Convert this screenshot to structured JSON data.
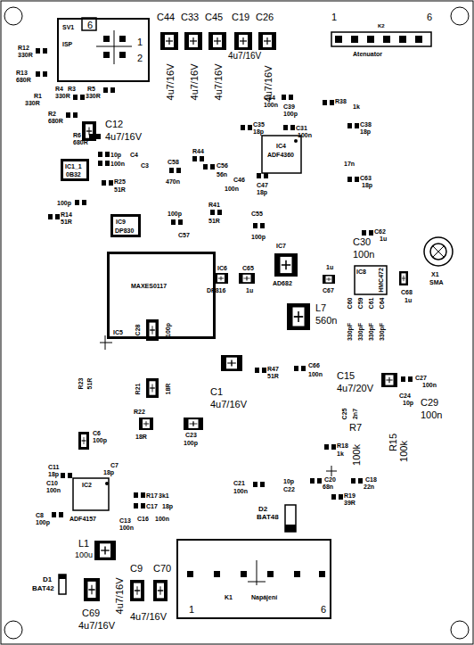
{
  "diagram": {
    "nodes": [
      {
        "text": [
          "SV1",
          "ISP",
          "6",
          "1",
          "2"
        ]
      },
      {
        "text": [
          "IC1_1",
          "0B32"
        ]
      },
      {
        "text": [
          "IC9",
          "DP830"
        ]
      },
      {
        "text": [
          "MAXES0117",
          "IC5"
        ]
      },
      {
        "text": [
          "K1",
          "Napájení",
          "1",
          "6"
        ]
      }
    ],
    "labels": [
      "C44",
      "C33",
      "C45",
      "C19",
      "C26",
      "4u7/16V",
      "4u7/16V",
      "4u7/16V",
      "4u7/16V",
      "4u7/16V",
      "1",
      "6",
      "K2",
      "Atenuator",
      "R12",
      "330R",
      "R13",
      "680R",
      "R4",
      "R3",
      "R5",
      "330R",
      "R1",
      "330R",
      "330R",
      "R2",
      "680R",
      "R6",
      "680R",
      "C12",
      "4u7/16V",
      "10p",
      "C4",
      "100n",
      "C3",
      "R25",
      "51R",
      "100p",
      "R14",
      "51R",
      "C58",
      "470n",
      "R44",
      "C56",
      "56n",
      "C46",
      "100n",
      "C47",
      "18p",
      "R41",
      "51R",
      "100p",
      "C57",
      "C55",
      "100p",
      "IC6",
      "DP816",
      "C65",
      "1u",
      "IC7",
      "AD682",
      "C30",
      "100n",
      "1u",
      "C67",
      "IC8",
      "HMC472",
      "C68",
      "1u",
      "X1",
      "SMA",
      "C34",
      "100n",
      "C39",
      "100p",
      "C35",
      "18p",
      "IC4",
      "ADF4360",
      "C31",
      "100n",
      "R38",
      "1k",
      "C38",
      "18p",
      "17n",
      "C63",
      "18p",
      "C62",
      "1u",
      "C60",
      "C59",
      "C61",
      "C64",
      "330pF",
      "330pF",
      "330pF",
      "330pF",
      "L7",
      "560n",
      "C28",
      "100p",
      "R23",
      "51R",
      "R21",
      "18R",
      "C1",
      "4u7/16V",
      "R47",
      "51R",
      "C66",
      "100n",
      "C15",
      "4u7/20V",
      "C27",
      "100n",
      "C24",
      "10p",
      "C25",
      "2n7",
      "R7",
      "100k",
      "R15",
      "100k",
      "C29",
      "100n",
      "R22",
      "18R",
      "C23",
      "100p",
      "C6",
      "100p",
      "C11",
      "18p",
      "C7",
      "18p",
      "C10",
      "100n",
      "IC2",
      "ADF4157",
      "C8",
      "100p",
      "R17",
      "3k1",
      "C17",
      "18p",
      "C13",
      "100n",
      "C16",
      "100n",
      "R18",
      "1k",
      "C20",
      "68n",
      "C18",
      "22n",
      "R19",
      "39R",
      "C21",
      "100n",
      "10p",
      "C22",
      "D2",
      "BAT48",
      "L1",
      "100u",
      "D1",
      "BAT42",
      "C9",
      "C70",
      "C69",
      "4u7/16V",
      "4u7/16V",
      "4u7/16V"
    ]
  }
}
